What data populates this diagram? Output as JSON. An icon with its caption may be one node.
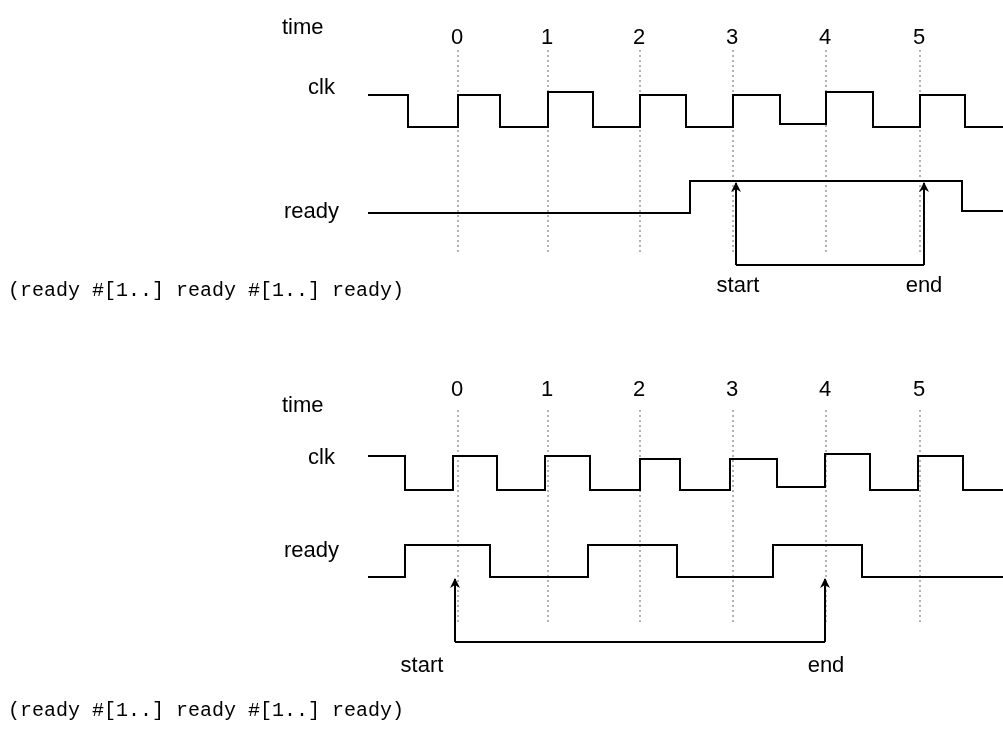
{
  "diagram": {
    "nodes": [
      {
        "text": [
          "start"
        ]
      },
      {
        "text": [
          "end"
        ]
      },
      {
        "text": [
          "start"
        ]
      },
      {
        "text": [
          "end"
        ]
      },
      {
        "text": [],
        "shape": "waveform"
      },
      {
        "text": [],
        "shape": "waveform"
      }
    ],
    "edges": [
      {
        "from": 0,
        "to": 4,
        "arrow": "to"
      },
      {
        "from": 1,
        "to": 4,
        "arrow": "to"
      },
      {
        "from": 2,
        "to": 5,
        "arrow": "to"
      },
      {
        "from": 3,
        "to": 5,
        "arrow": "to"
      }
    ],
    "labels": [
      "time",
      "0",
      "1",
      "2",
      "3",
      "4",
      "5",
      "clk",
      "ready",
      "(ready #[1..] ready #[1..] ready)",
      "time",
      "0",
      "1",
      "2",
      "3",
      "4",
      "5",
      "clk",
      "ready",
      "(ready #[1..] ready #[1..] ready)"
    ]
  }
}
